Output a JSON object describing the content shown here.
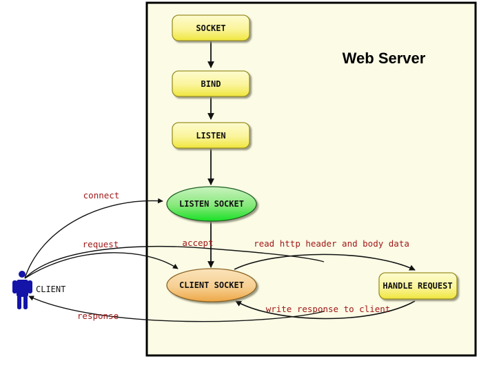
{
  "diagram": {
    "title": "Web Server",
    "background_color": "#fbfbe6",
    "frame_border_color": "#000000",
    "label_color": "#a01818",
    "actor": {
      "name": "CLIENT",
      "color": "#1414a8"
    },
    "nodes": [
      {
        "id": "socket",
        "label": "SOCKET",
        "shape": "rounded-box",
        "fill": "#f6f18a"
      },
      {
        "id": "bind",
        "label": "BIND",
        "shape": "rounded-box",
        "fill": "#f6f18a"
      },
      {
        "id": "listen",
        "label": "LISTEN",
        "shape": "rounded-box",
        "fill": "#f6f18a"
      },
      {
        "id": "listen-socket",
        "label": "LISTEN SOCKET",
        "shape": "ellipse",
        "fill": "#44e055"
      },
      {
        "id": "client-socket",
        "label": "CLIENT SOCKET",
        "shape": "ellipse",
        "fill": "#f0b050"
      },
      {
        "id": "handle-request",
        "label": "HANDLE REQUEST",
        "shape": "rounded-box",
        "fill": "#f6f18a"
      }
    ],
    "edges": [
      {
        "id": "e-socket-bind",
        "from": "socket",
        "to": "bind",
        "label": ""
      },
      {
        "id": "e-bind-listen",
        "from": "bind",
        "to": "listen",
        "label": ""
      },
      {
        "id": "e-listen-lsock",
        "from": "listen",
        "to": "listen-socket",
        "label": ""
      },
      {
        "id": "e-connect",
        "from": "CLIENT",
        "to": "listen-socket",
        "label": "connect"
      },
      {
        "id": "e-accept",
        "from": "listen-socket",
        "to": "client-socket",
        "label": "accept"
      },
      {
        "id": "e-request",
        "from": "CLIENT",
        "to": "client-socket",
        "label": "request"
      },
      {
        "id": "e-read",
        "from": "client-socket",
        "to": "handle-request",
        "label": "read http header and body data"
      },
      {
        "id": "e-write",
        "from": "handle-request",
        "to": "client-socket",
        "label": "write response to client"
      },
      {
        "id": "e-response",
        "from": "client-socket",
        "to": "CLIENT",
        "label": "response"
      }
    ]
  }
}
